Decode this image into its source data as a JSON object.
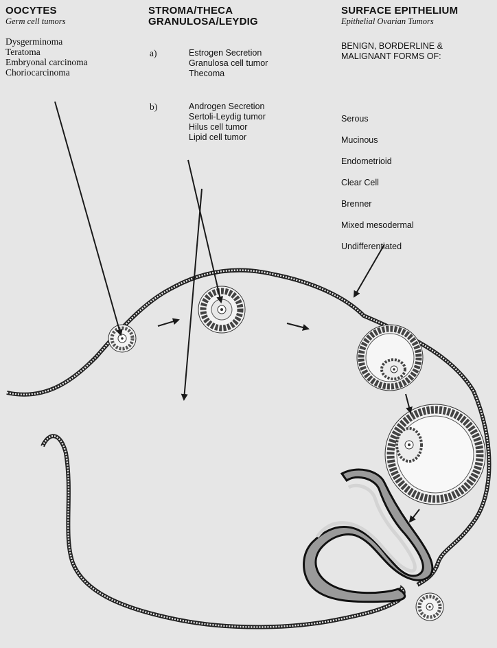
{
  "oocytes": {
    "title": "OOCYTES",
    "subtitle": "Germ cell tumors",
    "items": [
      "Dysgerminoma",
      "Teratoma",
      "Embryonal carcinoma",
      "Choriocarcinoma"
    ]
  },
  "stroma": {
    "title_line1": "STROMA/THECA",
    "title_line2": "GRANULOSA/LEYDIG",
    "a_marker": "a)",
    "a_items": [
      "Estrogen Secretion",
      "Granulosa cell tumor",
      "Thecoma"
    ],
    "b_marker": "b)",
    "b_items": [
      "Androgen Secretion",
      "Sertoli-Leydig tumor",
      "Hilus cell tumor",
      "Lipid cell tumor"
    ]
  },
  "surface": {
    "title": "SURFACE EPITHELIUM",
    "subtitle": "Epithelial Ovarian Tumors",
    "intro_line1": "BENIGN, BORDERLINE &",
    "intro_line2": "MALIGNANT FORMS OF:",
    "items": [
      "Serous",
      "Mucinous",
      "Endometrioid",
      "Clear Cell",
      "Brenner",
      "Mixed mesodermal",
      "Undifferentiated"
    ]
  }
}
